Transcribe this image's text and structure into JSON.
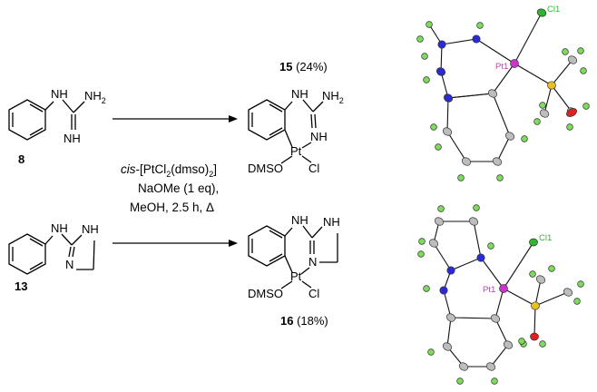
{
  "scheme": {
    "conditions": {
      "line1_italic": "cis",
      "line1_rest": "-[PtCl",
      "line1_sub1": "2",
      "line1_mid": "(dmso)",
      "line1_sub2": "2",
      "line1_end": "]",
      "line2": "NaOMe (1 eq),",
      "line3": "MeOH, 2.5 h, Δ"
    },
    "reactions": [
      {
        "reactant_number": "8",
        "product_number": "15",
        "product_yield": " (24%)",
        "reactant_labels": {
          "nh": "NH",
          "nh2": "NH",
          "nh2_sub": "2",
          "nh_imine": "NH"
        },
        "product_labels": {
          "nh": "NH",
          "nh2": "NH",
          "nh2_sub": "2",
          "nh_right": "NH",
          "pt": "Pt",
          "dmso": "DMSO",
          "cl": "Cl"
        }
      },
      {
        "reactant_number": "13",
        "product_number": "16",
        "product_yield": " (18%)",
        "reactant_labels": {
          "nh": "NH",
          "nh_ring": "NH",
          "n": "N"
        },
        "product_labels": {
          "nh": "NH",
          "nh_ring": "NH",
          "n": "N",
          "pt": "Pt",
          "dmso": "DMSO",
          "cl": "Cl"
        }
      }
    ],
    "crystal_structures": [
      {
        "pt_label": "Pt1",
        "cl_label": "Cl1"
      },
      {
        "pt_label": "Pt1",
        "cl_label": "Cl1"
      }
    ]
  },
  "colors": {
    "ink": "#000000",
    "nitrogen": "#2a2ad8",
    "platinum": "#cc33cc",
    "chlorine": "#2fb52f",
    "sulfur": "#e8c020",
    "oxygen": "#e02020",
    "hydrogen": "#7ddc5a",
    "carbon": "#bdbdbd"
  }
}
